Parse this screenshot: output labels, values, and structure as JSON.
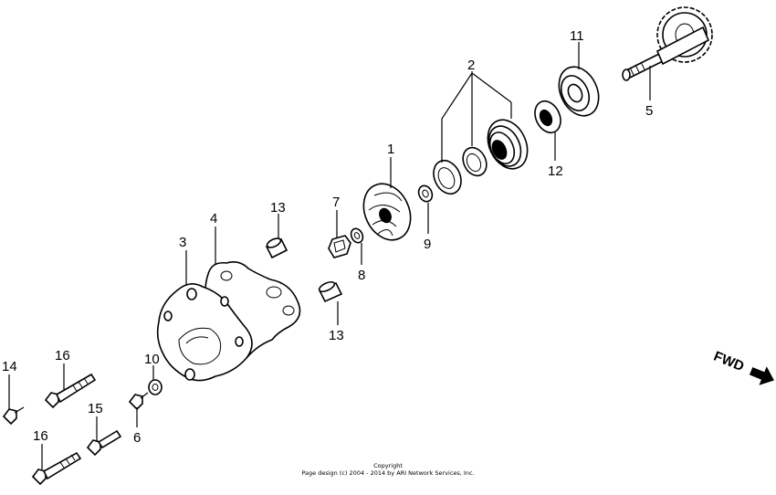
{
  "callouts": {
    "c1": "1",
    "c2": "2",
    "c3": "3",
    "c4": "4",
    "c5": "5",
    "c6": "6",
    "c7": "7",
    "c8": "8",
    "c9": "9",
    "c10": "10",
    "c11": "11",
    "c12": "12",
    "c13a": "13",
    "c13b": "13",
    "c14": "14",
    "c15": "15",
    "c16a": "16",
    "c16b": "16"
  },
  "fwd_label": "FWD",
  "copyright": {
    "line1": "Copyright",
    "line2": "Page design (c) 2004 - 2014 by ARI Network Services, Inc."
  },
  "icons": {
    "direction": "arrow-right-icon"
  }
}
